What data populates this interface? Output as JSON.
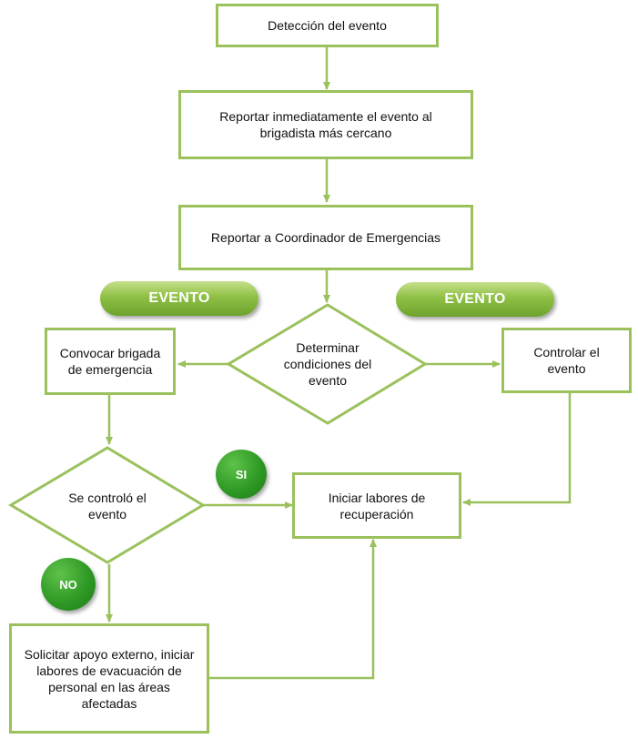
{
  "flowchart": {
    "detect": "Detección del evento",
    "report_brigadist": "Reportar inmediatamente el evento al brigadista más cercano",
    "report_coordinator": "Reportar a Coordinador de Emergencias",
    "determine": "Determinar condiciones del evento",
    "convene": "Convocar brigada de emergencia",
    "control_event": "Controlar el evento",
    "controlled": "Se controló el evento",
    "recovery": "Iniciar labores de recuperación",
    "external_support": "Solicitar apoyo externo, iniciar labores de evacuación de personal en las áreas afectadas",
    "label_left": "EVENTO",
    "label_right": "EVENTO",
    "label_yes": "SI",
    "label_no": "NO"
  },
  "colors": {
    "border": "#9ac15c",
    "pill": "#8fc045",
    "circle": "#2f9a25"
  }
}
